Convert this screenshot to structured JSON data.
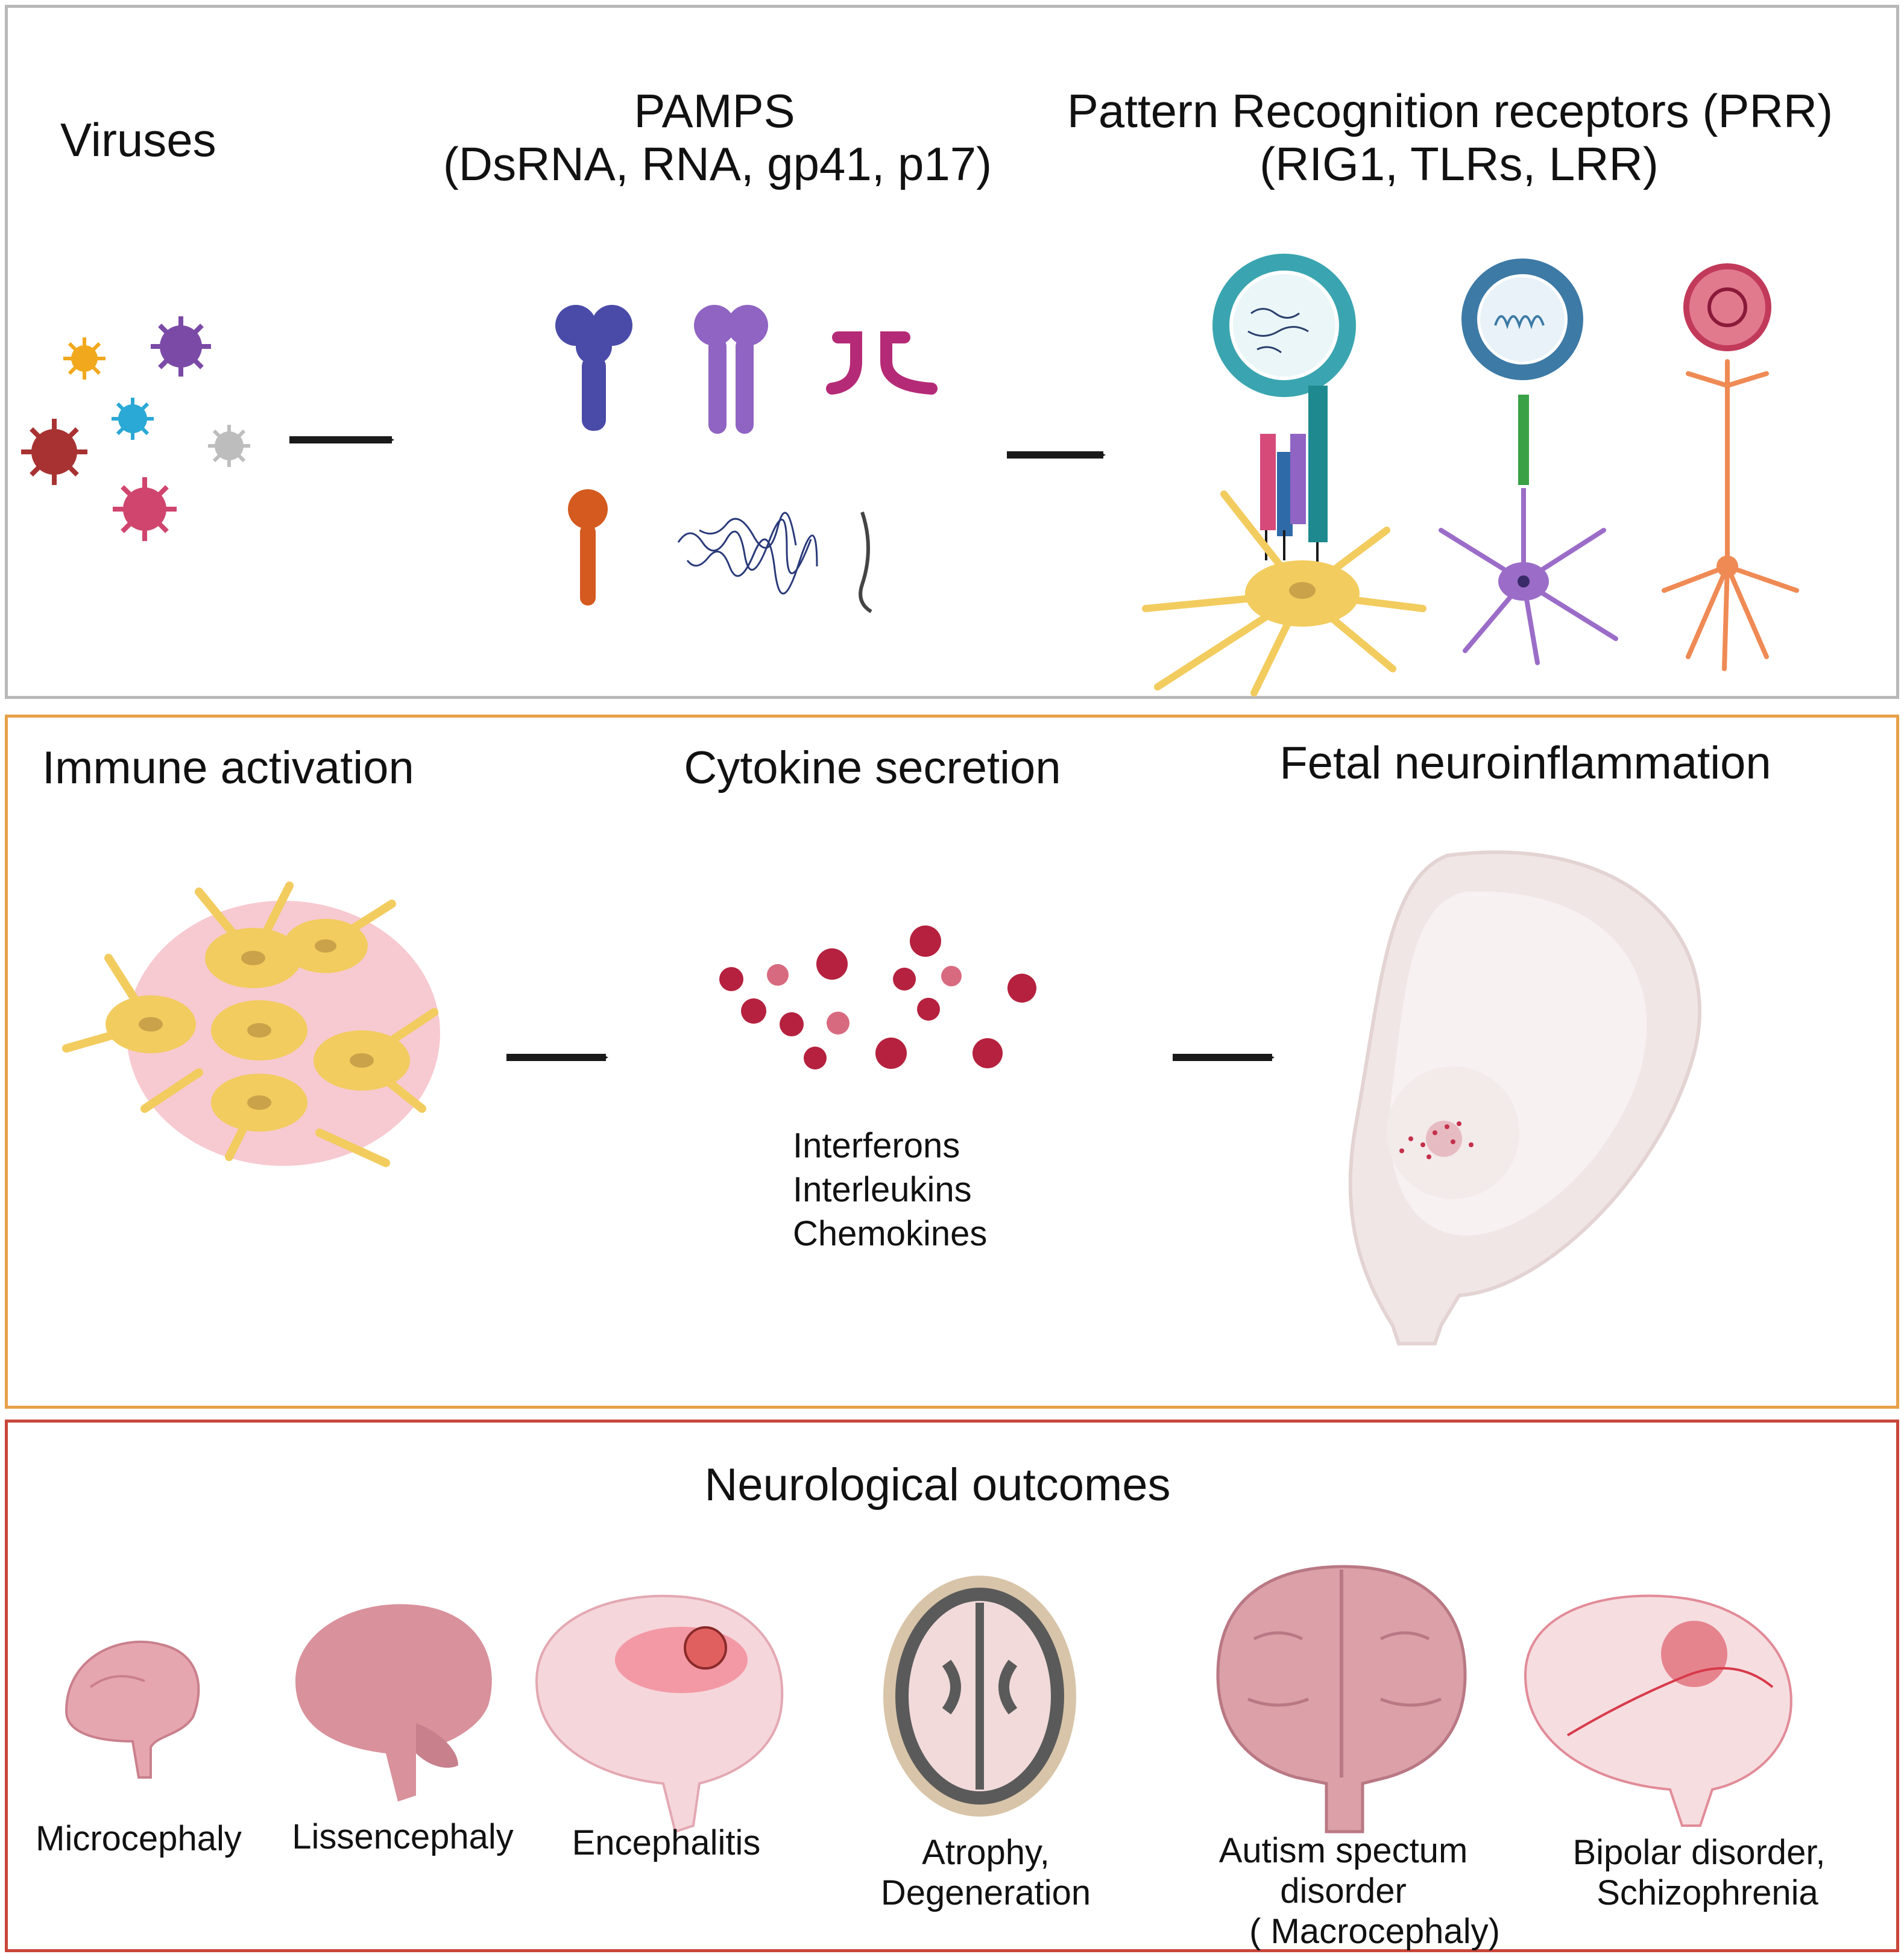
{
  "colors": {
    "panel_top_border": "#b8b8b8",
    "panel_middle_border": "#e8a04a",
    "panel_bottom_border": "#c8463a",
    "arrow": "#1a1a1a",
    "cytokine": "#b5213e",
    "cytokine_light": "#d86a80",
    "astrocyte": "#f2cc5e",
    "brain_pink": "#e6a6b0"
  },
  "top_panel": {
    "viruses_label": "Viruses",
    "pamps_title": "PAMPS",
    "pamps_subtitle": "(DsRNA, RNA, gp41, p17)",
    "prr_title": "Pattern Recognition receptors (PRR)",
    "prr_subtitle": "(RIG1, TLRs, LRR)"
  },
  "middle_panel": {
    "immune_label": "Immune activation",
    "cytokine_label": "Cytokine secretion",
    "fetal_label": "Fetal neuroinflammation",
    "cytokine_types": [
      "Interferons",
      "Interleukins",
      "Chemokines"
    ]
  },
  "bottom_panel": {
    "title": "Neurological outcomes",
    "outcomes": [
      {
        "line1": "Microcephaly",
        "line2": "",
        "line3": ""
      },
      {
        "line1": "Lissencephaly",
        "line2": "",
        "line3": ""
      },
      {
        "line1": "Encephalitis",
        "line2": "",
        "line3": ""
      },
      {
        "line1": "Atrophy,",
        "line2": "Degeneration",
        "line3": ""
      },
      {
        "line1": "Autism spectum",
        "line2": "disorder",
        "line3": "( Macrocephaly)"
      },
      {
        "line1": "Bipolar disorder,",
        "line2": "Schizophrenia",
        "line3": ""
      }
    ]
  }
}
